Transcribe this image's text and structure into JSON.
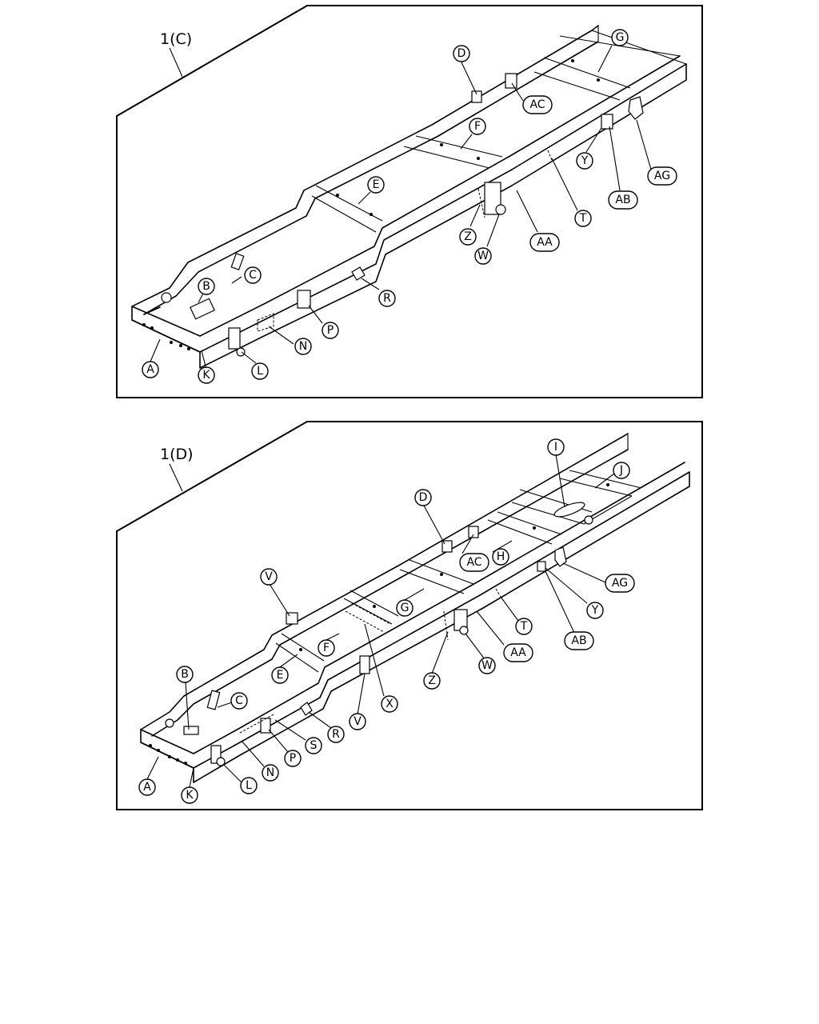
{
  "panels": [
    {
      "title": "1(C)",
      "callouts": [
        "A",
        "B",
        "C",
        "D",
        "E",
        "F",
        "G",
        "K",
        "L",
        "N",
        "P",
        "R",
        "T",
        "W",
        "Y",
        "Z",
        "AA",
        "AB",
        "AC",
        "AG"
      ]
    },
    {
      "title": "1(D)",
      "callouts": [
        "A",
        "B",
        "C",
        "D",
        "E",
        "F",
        "G",
        "H",
        "I",
        "J",
        "K",
        "L",
        "N",
        "P",
        "R",
        "S",
        "T",
        "V",
        "V",
        "W",
        "X",
        "Y",
        "Z",
        "AA",
        "AB",
        "AC",
        "AG"
      ]
    }
  ]
}
